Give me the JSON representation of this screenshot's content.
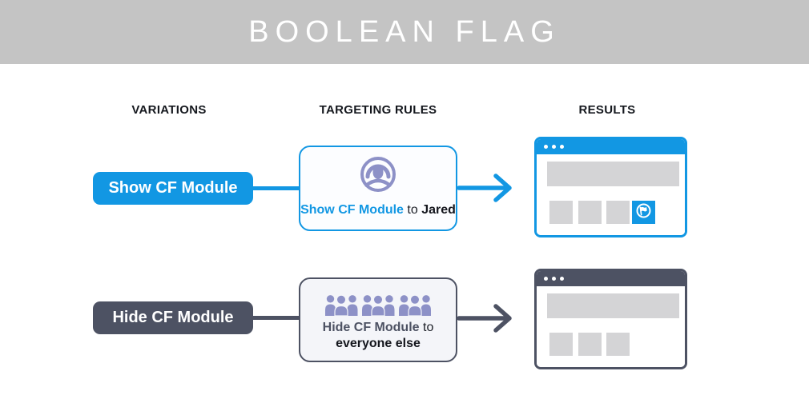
{
  "banner": {
    "title": "BOOLEAN FLAG"
  },
  "columns": {
    "variations": "VARIATIONS",
    "targeting_rules": "TARGETING RULES",
    "results": "RESULTS"
  },
  "rows": [
    {
      "variation_label": "Show CF Module",
      "rule_action": "Show CF Module",
      "rule_connector": "to",
      "rule_target": "Jared",
      "rule_icon": "user-circle-icon",
      "result": "browser window with CF module flag visible"
    },
    {
      "variation_label": "Hide CF Module",
      "rule_action": "Hide CF Module",
      "rule_connector": "to",
      "rule_target": "everyone else",
      "rule_icon": "crowd-icon",
      "result": "browser window without CF module flag"
    }
  ],
  "colors": {
    "accent_blue": "#1297e3",
    "accent_slate": "#4d5263",
    "banner_gray": "#c4c4c4",
    "placeholder_gray": "#d4d4d6",
    "icon_purple": "#8d91c7"
  }
}
